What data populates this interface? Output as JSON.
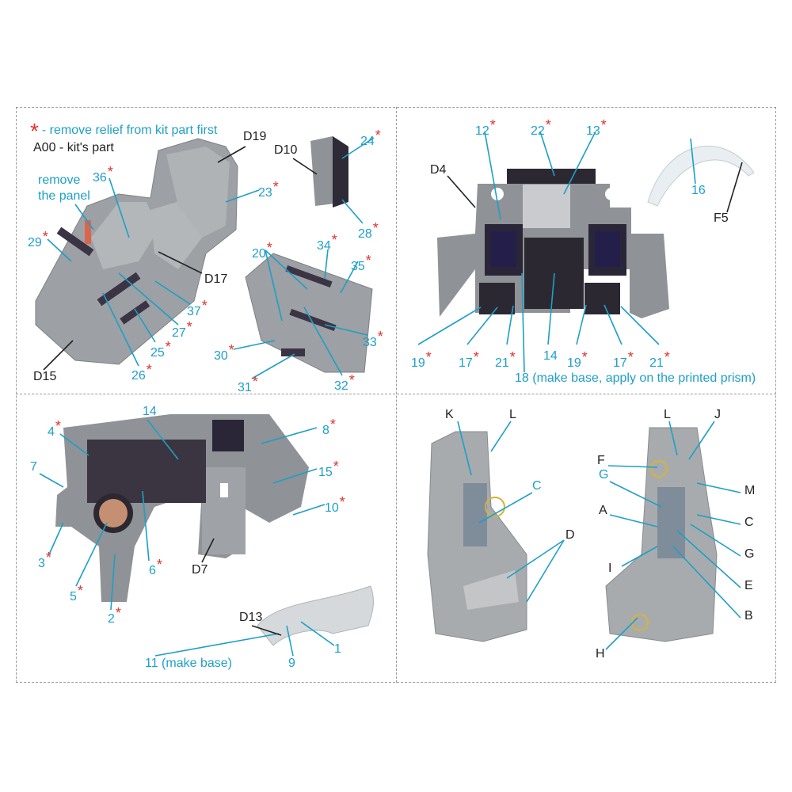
{
  "legend": {
    "star_text": "- remove relief from kit part first",
    "kit_part": "A00 - kit's part",
    "remove_panel_1": "remove",
    "remove_panel_2": "the panel"
  },
  "labels": {
    "q1": [
      "D19",
      "D10",
      "24",
      "36",
      "23",
      "29",
      "28",
      "20",
      "34",
      "35",
      "D17",
      "37",
      "27",
      "30",
      "33",
      "25",
      "26",
      "D15",
      "31",
      "32"
    ],
    "q2": [
      "12",
      "22",
      "13",
      "D4",
      "16",
      "F5",
      "19",
      "17",
      "21",
      "14",
      "19",
      "17",
      "21",
      "18 (make base, apply on the printed prism)"
    ],
    "q3": [
      "14",
      "4",
      "8",
      "7",
      "15",
      "3",
      "6",
      "D7",
      "5",
      "2",
      "D13",
      "11 (make base)",
      "9",
      "1",
      "10"
    ],
    "q4": [
      "K",
      "L",
      "C",
      "D",
      "F",
      "L",
      "J",
      "G",
      "M",
      "A",
      "C",
      "G",
      "I",
      "E",
      "B",
      "H"
    ]
  },
  "colors": {
    "accent": "#1d9fc7",
    "star": "#e0322f",
    "part_grey": "#9c9fa3"
  }
}
